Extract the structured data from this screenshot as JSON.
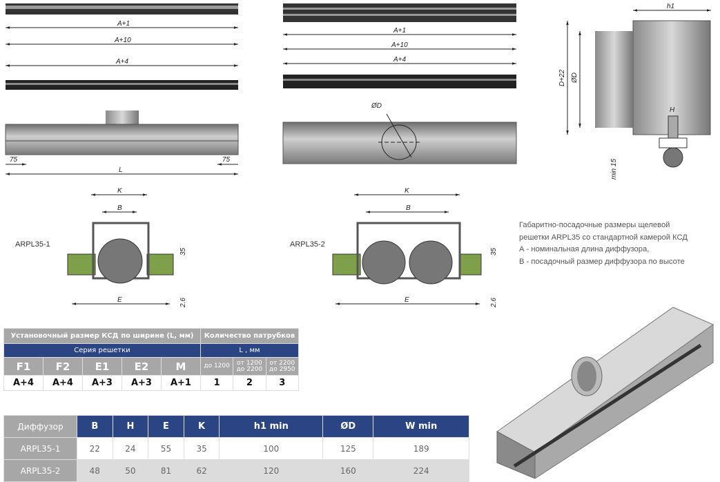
{
  "drawings": {
    "front1": {
      "dim_a1": "A+1",
      "dim_a10": "A+10",
      "dim_a4": "A+4",
      "dim_75_left": "75",
      "dim_75_right": "75",
      "dim_l": "L"
    },
    "front2": {
      "dim_a1": "A+1",
      "dim_a10": "A+10",
      "dim_a4": "A+4",
      "dim_od": "ØD"
    },
    "side": {
      "dim_h1": "h1",
      "dim_d22": "D+22",
      "dim_od": "ØD",
      "dim_h": "H",
      "dim_min15": "min 15"
    },
    "section1": {
      "label": "ARPL35-1",
      "dim_k": "K",
      "dim_b": "B",
      "dim_e": "E",
      "dim_35": "35",
      "dim_26": "2.6"
    },
    "section2": {
      "label": "ARPL35-2",
      "dim_k": "K",
      "dim_b": "B",
      "dim_e": "E",
      "dim_35": "35",
      "dim_26": "2.6"
    }
  },
  "note": [
    "Габаритно-посадочные размеры щелевой",
    "решетки ARPL35 со стандартной камерой КСД",
    "А - номинальная длина диффузора,",
    "В - посадочный размер диффузора по высоте"
  ],
  "table1": {
    "header_left": "Установочный размер КСД по ширине (L, мм)",
    "header_right": "Количество патрубков",
    "sub_left": "Серия решетки",
    "sub_right": "L , мм",
    "series": [
      "F1",
      "F2",
      "E1",
      "E2",
      "M"
    ],
    "series_values": [
      "A+4",
      "A+4",
      "A+3",
      "A+3",
      "A+1"
    ],
    "ranges": [
      [
        "до 1200"
      ],
      [
        "от 1200",
        "до 2200"
      ],
      [
        "от 2200",
        "до 2950"
      ]
    ],
    "counts": [
      "1",
      "2",
      "3"
    ]
  },
  "table2": {
    "columns": [
      "Диффузор",
      "B",
      "H",
      "E",
      "K",
      "h1 min",
      "ØD",
      "W min"
    ],
    "rows": [
      [
        "ARPL35-1",
        "22",
        "24",
        "55",
        "35",
        "100",
        "125",
        "189"
      ],
      [
        "ARPL35-2",
        "48",
        "50",
        "81",
        "62",
        "120",
        "160",
        "224"
      ]
    ]
  },
  "colors": {
    "blue": "#2b4483",
    "gray": "#a7a7a7",
    "wood": "#7fa04a"
  }
}
